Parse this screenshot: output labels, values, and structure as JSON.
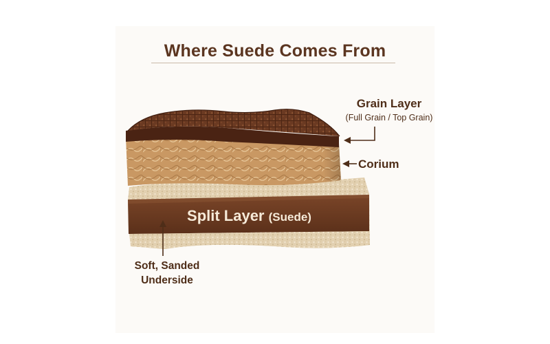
{
  "title": "Where Suede Comes From",
  "labels": {
    "grain": "Grain Layer",
    "grain_sub": "(Full Grain / Top Grain)",
    "corium": "Corium",
    "split_main": "Split Layer",
    "split_paren": "(Suede)",
    "soft_line1": "Soft, Sanded",
    "soft_line2": "Underside"
  },
  "colors": {
    "grain": "#6b3a22",
    "corium": "#c79562",
    "split_band": "#6a3a20",
    "suede_fiber": "#e3d2b3",
    "text": "#4e2d18"
  }
}
